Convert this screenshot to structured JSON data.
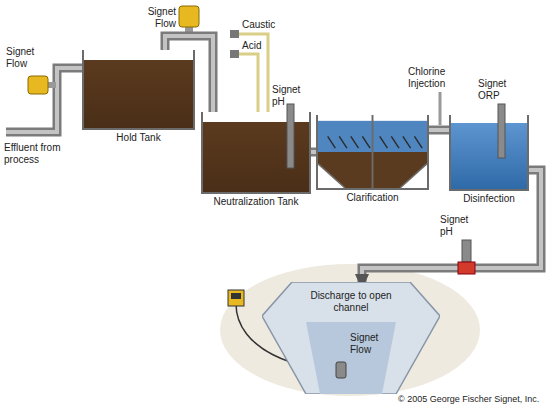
{
  "diagram": {
    "nodes": [
      {
        "text": [
          "Hold Tank"
        ]
      },
      {
        "text": [
          "Neutralization Tank"
        ]
      },
      {
        "text": [
          "Clarification"
        ]
      },
      {
        "text": [
          "Disinfection"
        ]
      },
      {
        "text": [
          "Discharge to open channel"
        ]
      }
    ],
    "edges": [
      {
        "from": 0,
        "to": 1,
        "arrow": "none"
      },
      {
        "from": 1,
        "to": 2,
        "arrow": "none"
      },
      {
        "from": 2,
        "to": 3,
        "arrow": "none"
      },
      {
        "from": 3,
        "to": 4,
        "arrow": "to"
      }
    ],
    "labels": [
      "Signet Flow",
      "Effluent from process",
      "Signet Flow",
      "Caustic",
      "Acid",
      "Signet pH",
      "Chlorine Injection",
      "Signet ORP",
      "Signet pH",
      "Signet Flow",
      "© 2005 George Fischer Signet, Inc."
    ]
  }
}
